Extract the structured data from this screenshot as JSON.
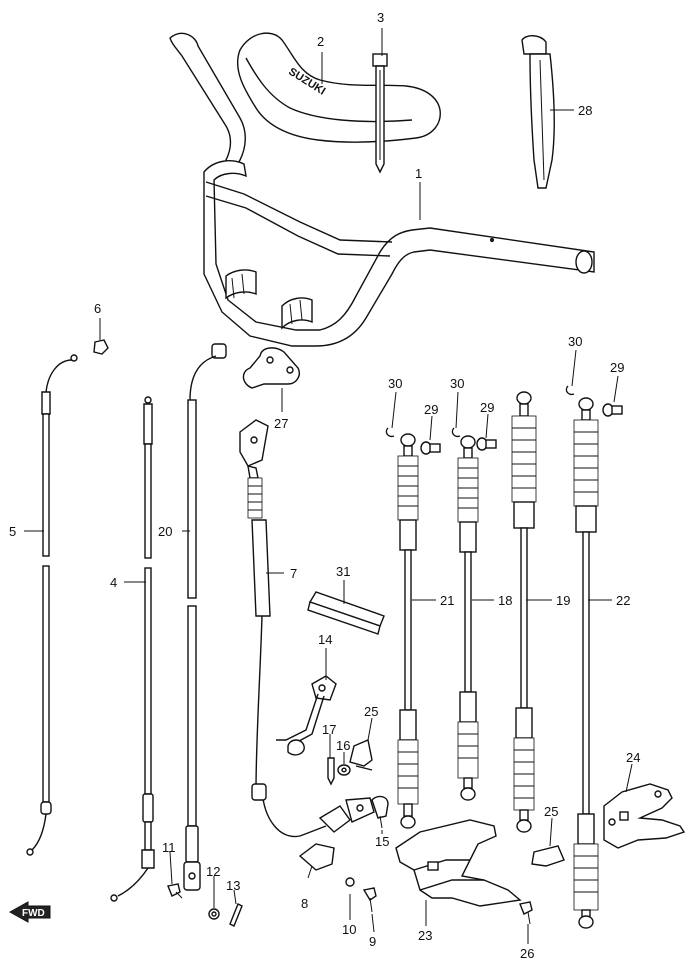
{
  "diagram": {
    "logo_text": "SUZUKI",
    "fwd_text": "FWD",
    "callouts": [
      {
        "id": "c1",
        "label": "1"
      },
      {
        "id": "c2",
        "label": "2"
      },
      {
        "id": "c3",
        "label": "3"
      },
      {
        "id": "c4",
        "label": "4"
      },
      {
        "id": "c5",
        "label": "5"
      },
      {
        "id": "c6",
        "label": "6"
      },
      {
        "id": "c7",
        "label": "7"
      },
      {
        "id": "c8",
        "label": "8"
      },
      {
        "id": "c9",
        "label": "9"
      },
      {
        "id": "c10",
        "label": "10"
      },
      {
        "id": "c11",
        "label": "11"
      },
      {
        "id": "c12",
        "label": "12"
      },
      {
        "id": "c13",
        "label": "13"
      },
      {
        "id": "c14",
        "label": "14"
      },
      {
        "id": "c15",
        "label": "15"
      },
      {
        "id": "c16",
        "label": "16"
      },
      {
        "id": "c17",
        "label": "17"
      },
      {
        "id": "c18",
        "label": "18"
      },
      {
        "id": "c19",
        "label": "19"
      },
      {
        "id": "c20",
        "label": "20"
      },
      {
        "id": "c21",
        "label": "21"
      },
      {
        "id": "c22",
        "label": "22"
      },
      {
        "id": "c23",
        "label": "23"
      },
      {
        "id": "c24",
        "label": "24"
      },
      {
        "id": "c25a",
        "label": "25"
      },
      {
        "id": "c25b",
        "label": "25"
      },
      {
        "id": "c26",
        "label": "26"
      },
      {
        "id": "c27",
        "label": "27"
      },
      {
        "id": "c28",
        "label": "28"
      },
      {
        "id": "c29a",
        "label": "29"
      },
      {
        "id": "c29b",
        "label": "29"
      },
      {
        "id": "c29c",
        "label": "29"
      },
      {
        "id": "c30a",
        "label": "30"
      },
      {
        "id": "c30b",
        "label": "30"
      },
      {
        "id": "c30c",
        "label": "30"
      },
      {
        "id": "c31",
        "label": "31"
      }
    ]
  }
}
